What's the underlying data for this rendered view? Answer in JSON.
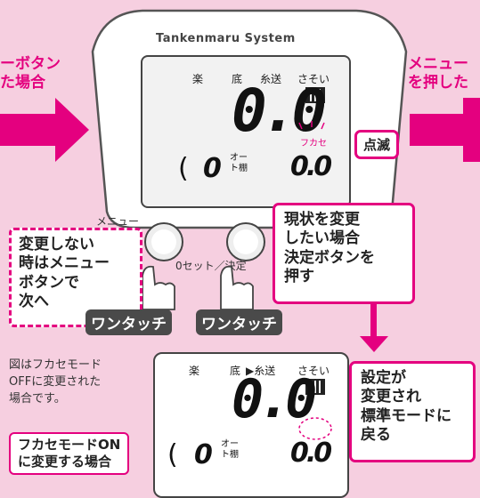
{
  "device": {
    "brand": "Tankenmaru System",
    "buttons": {
      "menu_label": "メニュー",
      "zero_set_label": "0セット／決定"
    }
  },
  "lcd_top": {
    "mode_labels": [
      "楽",
      "底",
      "糸送",
      "さそい"
    ],
    "main_reading": "0.0",
    "sub_paren": "(",
    "sub_reading": "0",
    "auto_tana": "オート棚",
    "small_reading": "0.0",
    "fukase_label": "フカセ"
  },
  "lcd_bottom": {
    "mode_labels": [
      "楽",
      "底",
      "▶糸送",
      "さそい"
    ],
    "main_reading": "0.0",
    "sub_paren": "(",
    "sub_reading": "0",
    "auto_tana": "オート棚",
    "small_reading": "0.0"
  },
  "left_fragment": {
    "line1": "ーボタン",
    "line2": "た場合"
  },
  "right_fragment": {
    "line1": "メニュー",
    "line2": "を押した"
  },
  "blink_label": "点滅",
  "no_change_note": [
    "変更しない",
    "時はメニュー",
    "ボタンで",
    "次へ"
  ],
  "change_note": [
    "現状を変更",
    "したい場合",
    "決定ボタンを",
    "押す"
  ],
  "one_touch_labels": [
    "ワンタッチ",
    "ワンタッチ"
  ],
  "figure_note": [
    "図はフカセモード",
    "OFFに変更された",
    "場合です。"
  ],
  "fukase_on_note": [
    "フカセモードON",
    "に変更する場合"
  ],
  "result_note": [
    "設定が",
    "変更され",
    "標準モードに",
    "戻る"
  ],
  "colors": {
    "background": "#f6cfe0",
    "accent": "#e4007f",
    "dark_pill": "#4a4a4a"
  }
}
